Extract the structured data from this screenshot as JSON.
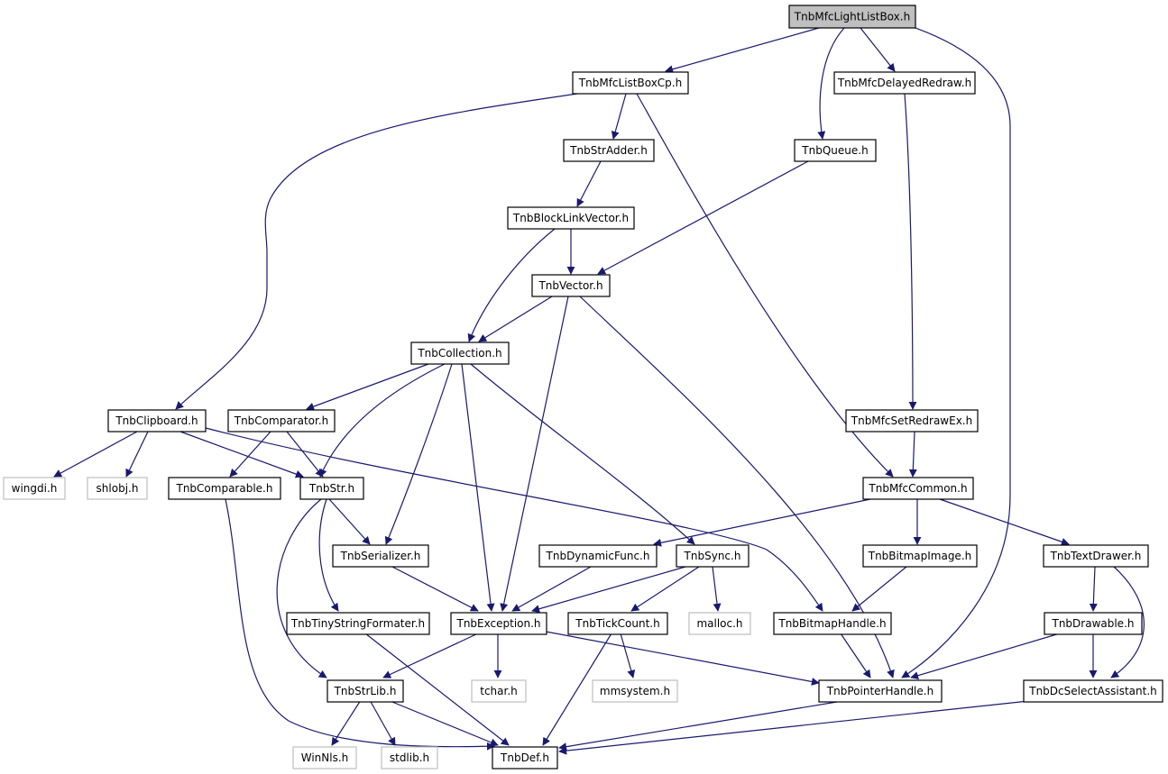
{
  "colors": {
    "edge": "#191970",
    "root_fill": "#bfbfbf",
    "node_border": "#000000",
    "external_border": "#bfbfbf",
    "background": "#ffffff"
  },
  "nodes": {
    "root": "TnbMfcLightListBox.h",
    "listboxcp": "TnbMfcListBoxCp.h",
    "delayedredraw": "TnbMfcDelayedRedraw.h",
    "stradder": "TnbStrAdder.h",
    "queue": "TnbQueue.h",
    "blocklinkvector": "TnbBlockLinkVector.h",
    "vector": "TnbVector.h",
    "collection": "TnbCollection.h",
    "clipboard": "TnbClipboard.h",
    "comparator": "TnbComparator.h",
    "setredrawex": "TnbMfcSetRedrawEx.h",
    "wingdi": "wingdi.h",
    "shlobj": "shlobj.h",
    "comparable": "TnbComparable.h",
    "str": "TnbStr.h",
    "mfccommon": "TnbMfcCommon.h",
    "serializer": "TnbSerializer.h",
    "dynamicfunc": "TnbDynamicFunc.h",
    "sync": "TnbSync.h",
    "bitmapimage": "TnbBitmapImage.h",
    "textdrawer": "TnbTextDrawer.h",
    "tinystringformater": "TnbTinyStringFormater.h",
    "exception": "TnbException.h",
    "tickcount": "TnbTickCount.h",
    "malloc": "malloc.h",
    "bitmaphandle": "TnbBitmapHandle.h",
    "drawable": "TnbDrawable.h",
    "strlib": "TnbStrLib.h",
    "tchar": "tchar.h",
    "mmsystem": "mmsystem.h",
    "pointerhandle": "TnbPointerHandle.h",
    "dcselectassistant": "TnbDcSelectAssistant.h",
    "winnls": "WinNls.h",
    "stdlib": "stdlib.h",
    "def": "TnbDef.h"
  }
}
